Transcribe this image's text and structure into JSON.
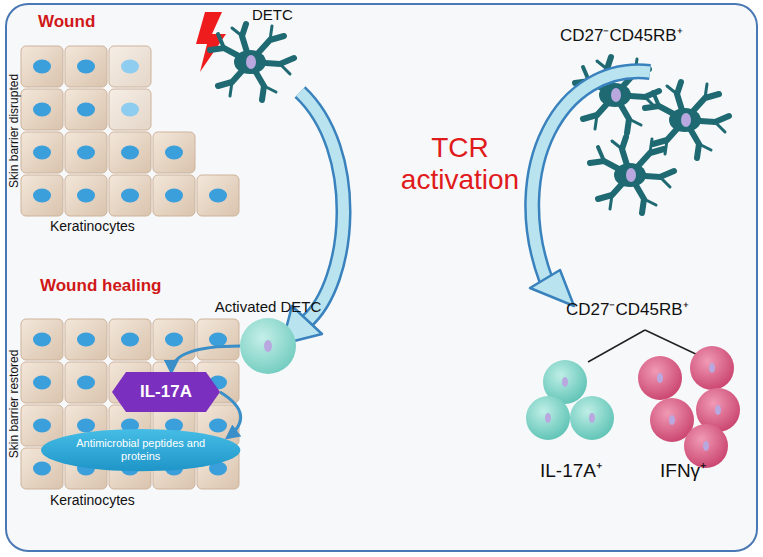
{
  "diagram": {
    "nodes": [
      {
        "text": [
          "Activated DETC"
        ]
      },
      {
        "text": [
          "IL-17A"
        ]
      },
      {
        "text": [
          "Antimicrobial peptides and proteins"
        ]
      }
    ],
    "edges": [
      {
        "from": 0,
        "to": 1,
        "arrow": "to"
      },
      {
        "from": 1,
        "to": 2,
        "arrow": "to"
      }
    ],
    "labels": [
      "Wound",
      "DETC",
      "Skin barrier disrupted",
      "Keratinocytes",
      "Wound healing",
      "Skin barrier restored",
      "Keratinocytes",
      "TCR activation",
      "CD27⁻CD45RB⁺",
      "CD27⁻CD45RB⁺",
      "IL-17A⁺",
      "IFNγ⁺"
    ]
  }
}
